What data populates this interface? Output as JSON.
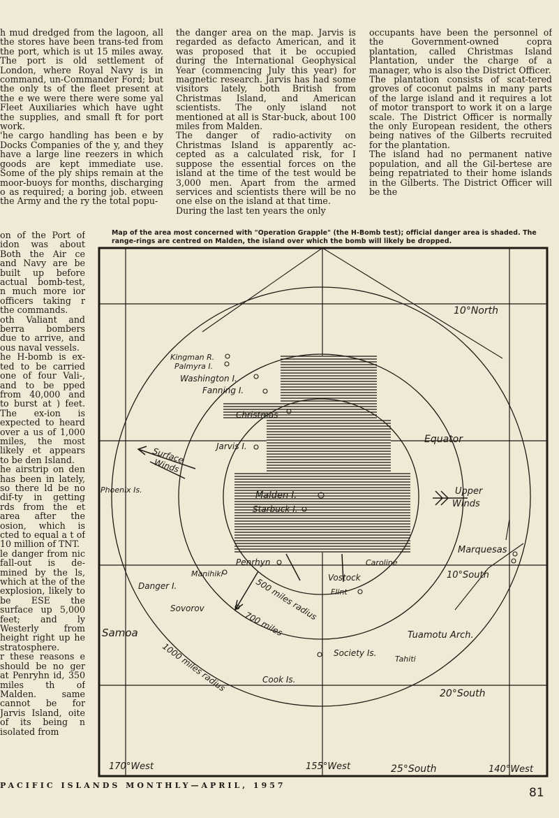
{
  "article": {
    "col1": "h mud dredged from the lagoon, all the stores have been trans-ted from the port, which is ut 15 miles away. The port is old settlement of London, where Royal Navy is in command, un-Commander Ford; but the only ts of the fleet present at the e we were there were some yal Fleet Auxiliaries which have ught the supplies, and small ft for port work.\n'he cargo handling has been e by Docks Companies of the y, and they have a large line reezers in which goods are kept immediate use. Some of the ply ships remain at the moor-buoys for months, discharging o as required; a boring job. etween the Army and the ry the total popu-",
    "col1b": "on of the Port of idon was about Both the Air ce and Navy are be built up before actual bomb-test, n much more ior officers taking r the commands.\noth Valiant and berra bombers due to arrive, and ous naval vessels.\nhe H-bomb is ex-ted to be carried one of four Vali-, and to be pped from 40,000 and to burst at ) feet. The ex-ion is expected to heard over a us of 1,000 miles, the most likely et appears to be den Island.\nhe airstrip on den has been in lately, so there ld be no dif-ty in getting rds from the et area after the osion, which is cted to equal a t of 10 million of TNT.\nle danger from nic fall-out is de-mined by the ls, which at the of the explosion, likely to be ESE the surface up 5,000 feet; and ly Westerly from height right up he stratosphere.\nr these reasons e should be no ger at Penryhn id, 350 miles th of Malden. same cannot be for Jarvis Island, oite of its being n isolated from",
    "col2": "the danger area on the map. Jarvis is regarded as defacto American, and it was proposed that it be occupied during the International Geophysical Year (commencing July this year) for magnetic research. Jarvis has had some visitors lately, both British from Christmas Island, and American scientists. The only island not mentioned at all is Star-buck, about 100 miles from Malden.\nThe danger of radio-activity on Christmas Island is apparently ac-cepted as a calculated risk, for I suppose the essential forces on the island at the time of the test would be 3,000 men. Apart from the armed services and scientists there will be no one else on the island at that time.\nDuring the last ten years the only",
    "col3": "occupants have been the personnel of the Government-owned copra plantation, called Christmas Island Plantation, under the charge of a manager, who is also the District Officer.\nThe plantation consists of scat-tered groves of coconut palms in many parts of the large island and it requires a lot of motor transport to work it on a large scale. The District Officer is normally the only European resident, the others being natives of the Gilberts recruited for the plantation.\nThe island had no permanent native population, and all the Gil-bertese are being repatriated to their home islands in the Gilberts. The District Officer will be the"
  },
  "caption": "Map of the area most concerned with \"Operation Grapple\" (the H-Bomb test); official danger area is shaded. The range-rings are centred on Malden, the island over which the bomb will likely be dropped.",
  "map": {
    "labels": {
      "north10": "10°North",
      "equator": "Equator",
      "south10": "10°South",
      "south20": "20°South",
      "south25": "25°South",
      "west170": "170°West",
      "west155": "155°West",
      "west140": "140°West",
      "kingman": "Kingman R.",
      "palmyra": "Palmyra I.",
      "washington": "Washington I.",
      "fanning": "Fanning I.",
      "christmas": "Christmas",
      "jarvis": "Jarvis I.",
      "phoenix": "Phoenix Is.",
      "malden": "Malden I.",
      "starbuck": "Starbuck I.",
      "surface_winds_1": "Surface",
      "surface_winds_2": "Winds",
      "upper_winds_1": "Upper",
      "upper_winds_2": "Winds",
      "marquesas": "Marquesas",
      "caroline": "Caroline",
      "penrhyn": "Penrhyn",
      "manihiki": "Manihiki",
      "danger": "Danger I.",
      "vostock": "Vostock",
      "flint": "Flint",
      "sovorov": "Sovorov",
      "samoa": "Samoa",
      "miles500": "500 miles radius",
      "miles700": "700 miles",
      "miles1000": "1000 miles radius",
      "tuamotu": "Tuamotu Arch.",
      "society": "Society Is.",
      "tahiti": "Tahiti",
      "cook": "Cook Is."
    }
  },
  "footer": "PACIFIC ISLANDS MONTHLY—APRIL, 1957",
  "page_number": "81"
}
